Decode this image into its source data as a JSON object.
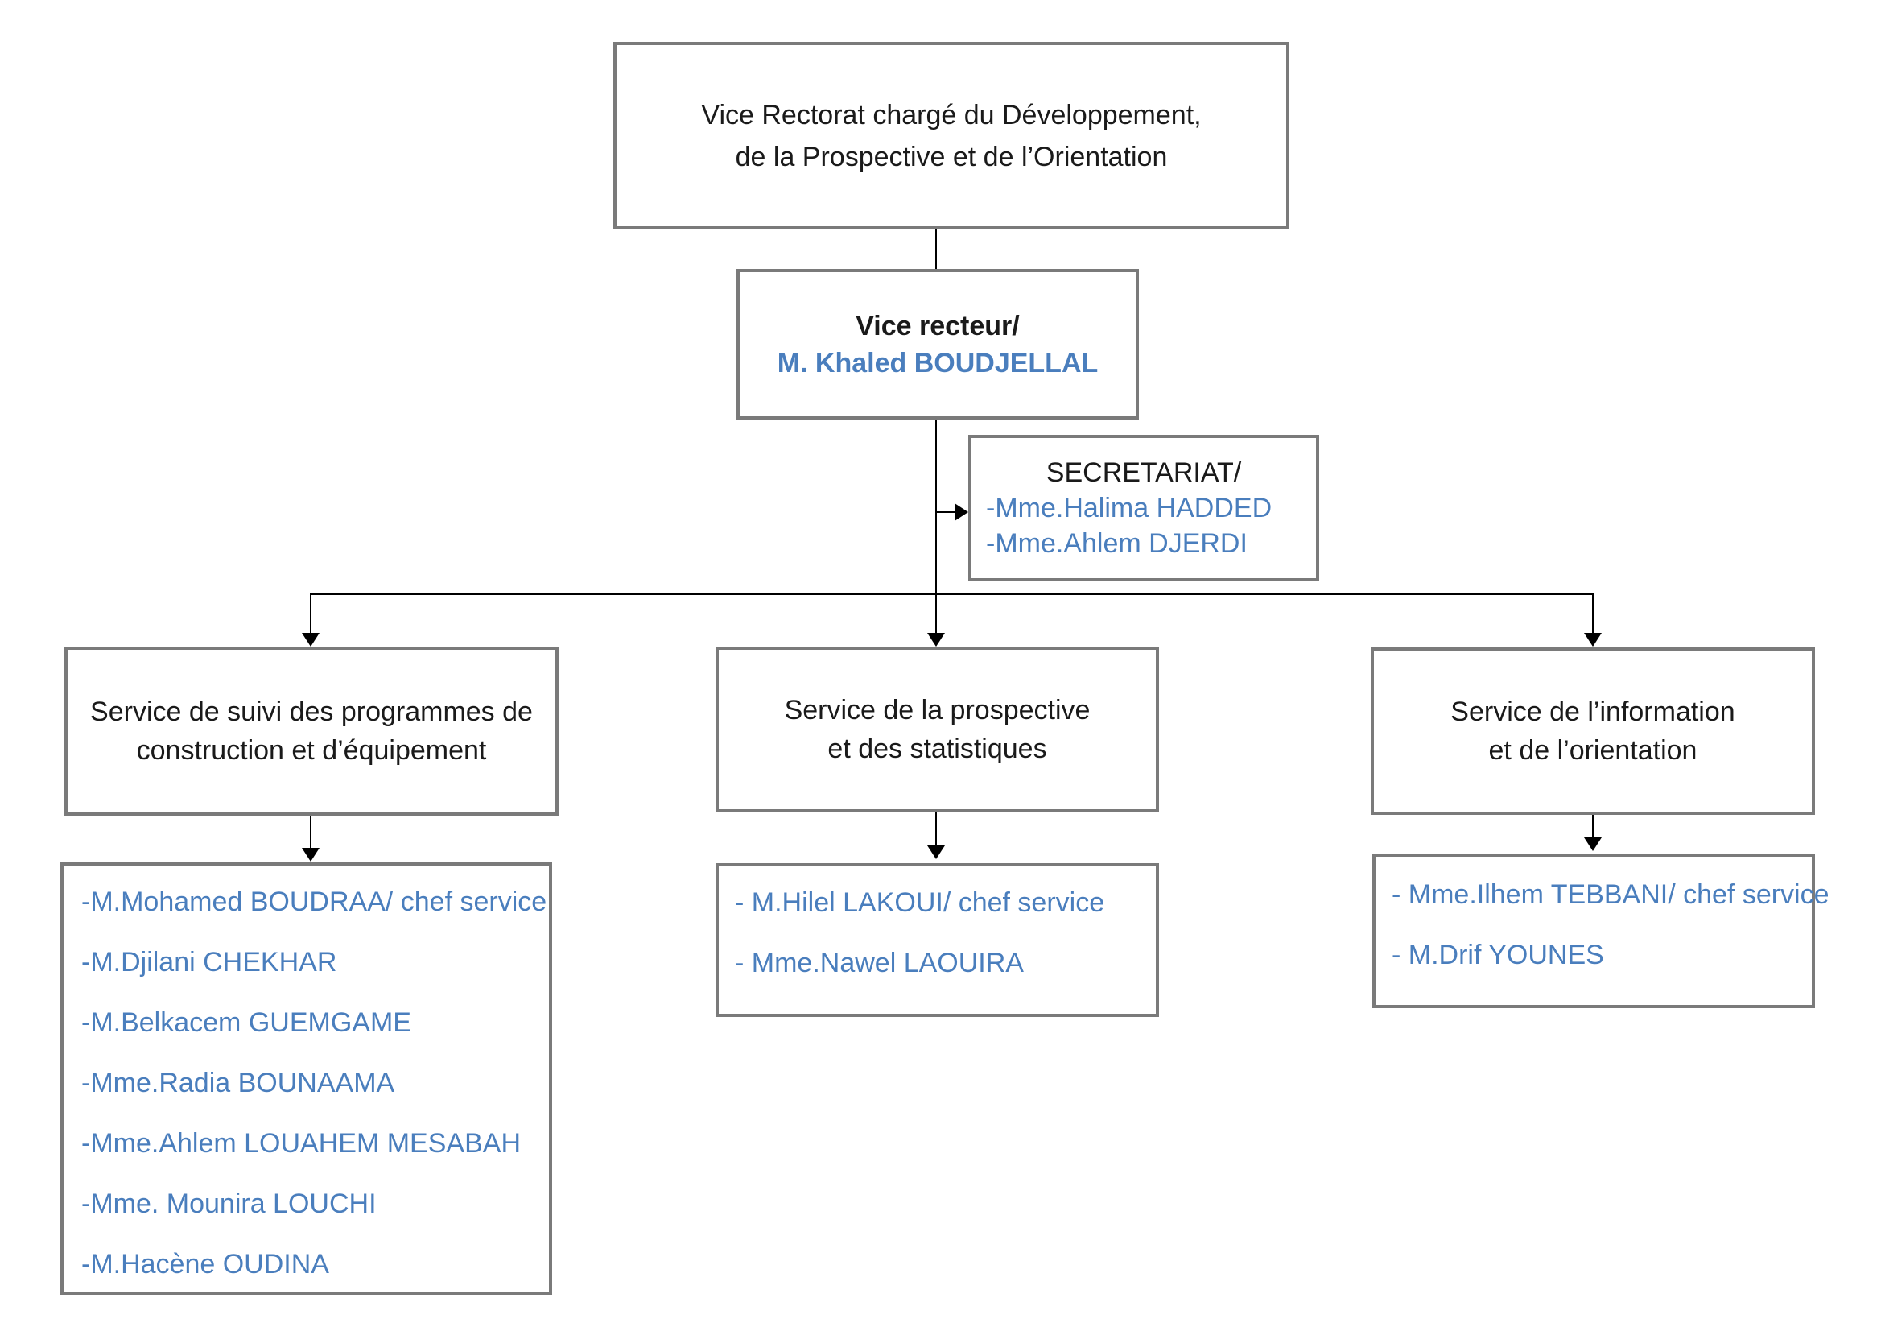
{
  "chart": {
    "type": "org-chart",
    "root": {
      "title_lines": [
        "Vice Rectorat chargé du Développement,",
        "de la Prospective et de l’Orientation"
      ]
    },
    "vice_rector": {
      "role": "Vice recteur/",
      "name": "M. Khaled BOUDJELLAL"
    },
    "secretariat": {
      "title": "SECRETARIAT/",
      "members": [
        "-Mme.Halima HADDED",
        "-Mme.Ahlem DJERDI"
      ]
    },
    "services": [
      {
        "title_lines": [
          "Service de suivi des programmes de",
          "construction et d’équipement"
        ],
        "staff": [
          "-M.Mohamed BOUDRAA/ chef service",
          "-M.Djilani CHEKHAR",
          "-M.Belkacem GUEMGAME",
          "-Mme.Radia BOUNAAMA",
          "-Mme.Ahlem LOUAHEM MESABAH",
          "-Mme. Mounira LOUCHI",
          "-M.Hacène OUDINA"
        ]
      },
      {
        "title_lines": [
          "Service de la prospective",
          "et des statistiques"
        ],
        "staff": [
          "- M.Hilel LAKOUI/ chef service",
          "- Mme.Nawel LAOUIRA"
        ]
      },
      {
        "title_lines": [
          "Service de l’information",
          "et de l’orientation"
        ],
        "staff": [
          "- Mme.Ilhem TEBBANI/ chef service",
          "- M.Drif YOUNES"
        ]
      }
    ],
    "colors": {
      "accent_blue": "#4a7ebd",
      "text_black": "#1a1a1a",
      "box_border_gray": "#7a7a7a",
      "shadow_gray": "#9a9a9a",
      "background": "#ffffff"
    }
  }
}
